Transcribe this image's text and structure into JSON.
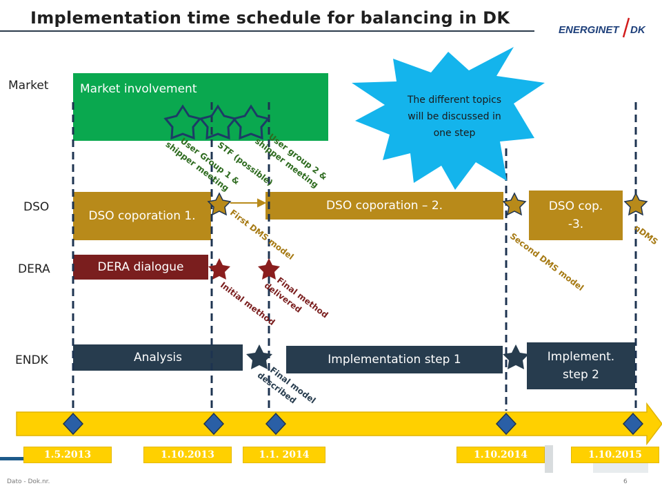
{
  "header": {
    "title": "Implementation time schedule for balancing in DK",
    "logo_text": "ENERGINET",
    "logo_suffix": "DK"
  },
  "rows": {
    "market": "Market",
    "dso": "DSO",
    "dera": "DERA",
    "endk": "ENDK"
  },
  "bars": {
    "market_involvement": "Market involvement",
    "dso1": "DSO coporation 1.",
    "dso2": "DSO coporation – 2.",
    "dso3": "DSO cop. -3.",
    "dera_dialogue": "DERA dialogue",
    "analysis": "Analysis",
    "impl1": "Implementation step 1",
    "impl2": "Implement. step 2"
  },
  "callout": "The different topics will be discussed in one step",
  "milestones": {
    "user_group_1_a": "User Group 1 &",
    "user_group_1_b": "shipper meeting",
    "stf_a": "STF (possible)",
    "user_group_2_a": "User group 2 &",
    "user_group_2_b": "shipper meeting",
    "first_dms": "First DMS model",
    "second_dms": "Second DMS model",
    "ndms": "nDMS",
    "initial_method": "Initial method",
    "final_method_a": "Final method",
    "final_method_b": "delivered",
    "final_model_a": "Final model",
    "final_model_b": "described"
  },
  "timeline": {
    "dates": [
      "1.5.2013",
      "1.10.2013",
      "1.1. 2014",
      "1.10.2014",
      "1.10.2015"
    ]
  },
  "footer": {
    "left": "Dato - Dok.nr.",
    "page": "6"
  },
  "colors": {
    "green": "#0aa84f",
    "gold": "#b88a1a",
    "maroon": "#7a1e1e",
    "navy": "#273c4e",
    "yellow": "#ffd000",
    "callout": "#14b4ec"
  }
}
